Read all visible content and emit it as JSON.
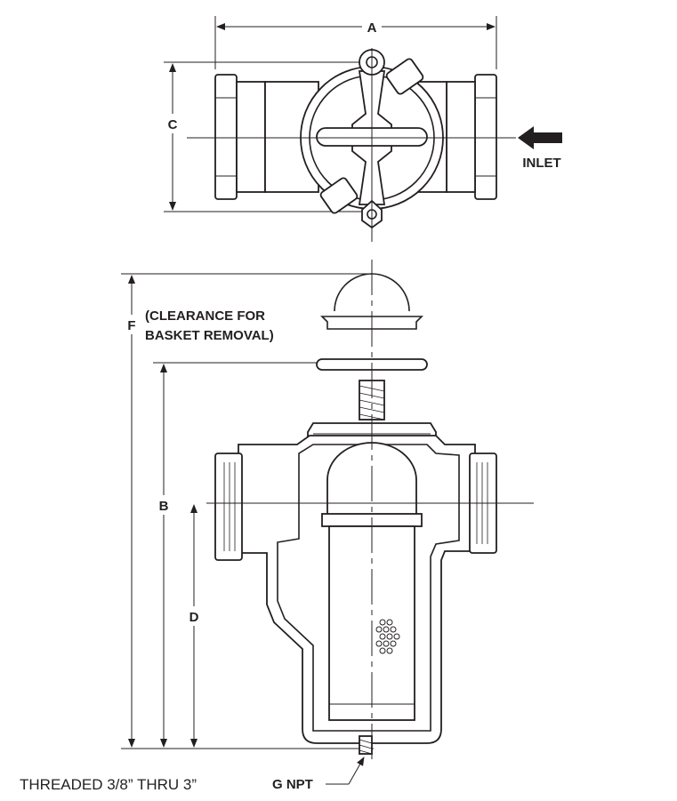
{
  "labels": {
    "dim_a": "A",
    "dim_b": "B",
    "dim_c": "C",
    "dim_d": "D",
    "dim_f": "F",
    "inlet": "INLET",
    "clearance_line1": "(CLEARANCE FOR",
    "clearance_line2": "BASKET REMOVAL)",
    "g_npt": "G  NPT",
    "caption": "THREADED 3/8” THRU 3”"
  },
  "colors": {
    "line": "#231f20",
    "background": "#ffffff"
  },
  "icons": {
    "inlet_arrow": "arrow-left-icon"
  }
}
